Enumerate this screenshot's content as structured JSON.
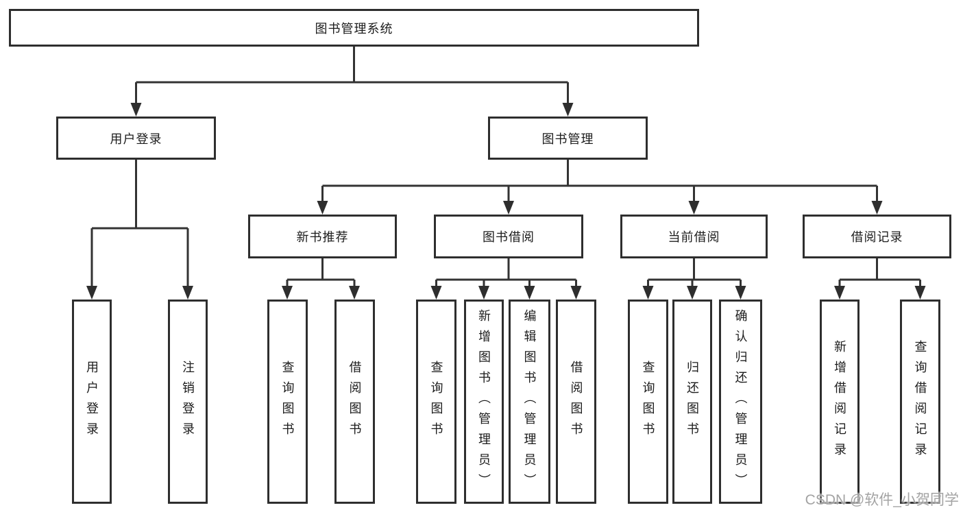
{
  "tree": {
    "root": "图书管理系统",
    "branches": [
      {
        "label": "用户登录",
        "children": [
          "用户登录",
          "注销登录"
        ]
      },
      {
        "label": "图书管理",
        "sections": [
          {
            "label": "新书推荐",
            "children": [
              "查询图书",
              "借阅图书"
            ]
          },
          {
            "label": "图书借阅",
            "children": [
              "查询图书",
              "新增图书（管理员）",
              "编辑图书（管理员）",
              "借阅图书"
            ]
          },
          {
            "label": "当前借阅",
            "children": [
              "查询图书",
              "归还图书",
              "确认归还（管理员）"
            ]
          },
          {
            "label": "借阅记录",
            "children": [
              "新增借阅记录",
              "查询借阅记录"
            ]
          }
        ]
      }
    ]
  },
  "watermark": {
    "text": "CSDN @软件_小贺同学"
  },
  "colors": {
    "line": "#333333",
    "border": "#2e2e2e",
    "text": "#1c1c1c",
    "watermark": "#9e9e9e",
    "background": "#ffffff"
  }
}
